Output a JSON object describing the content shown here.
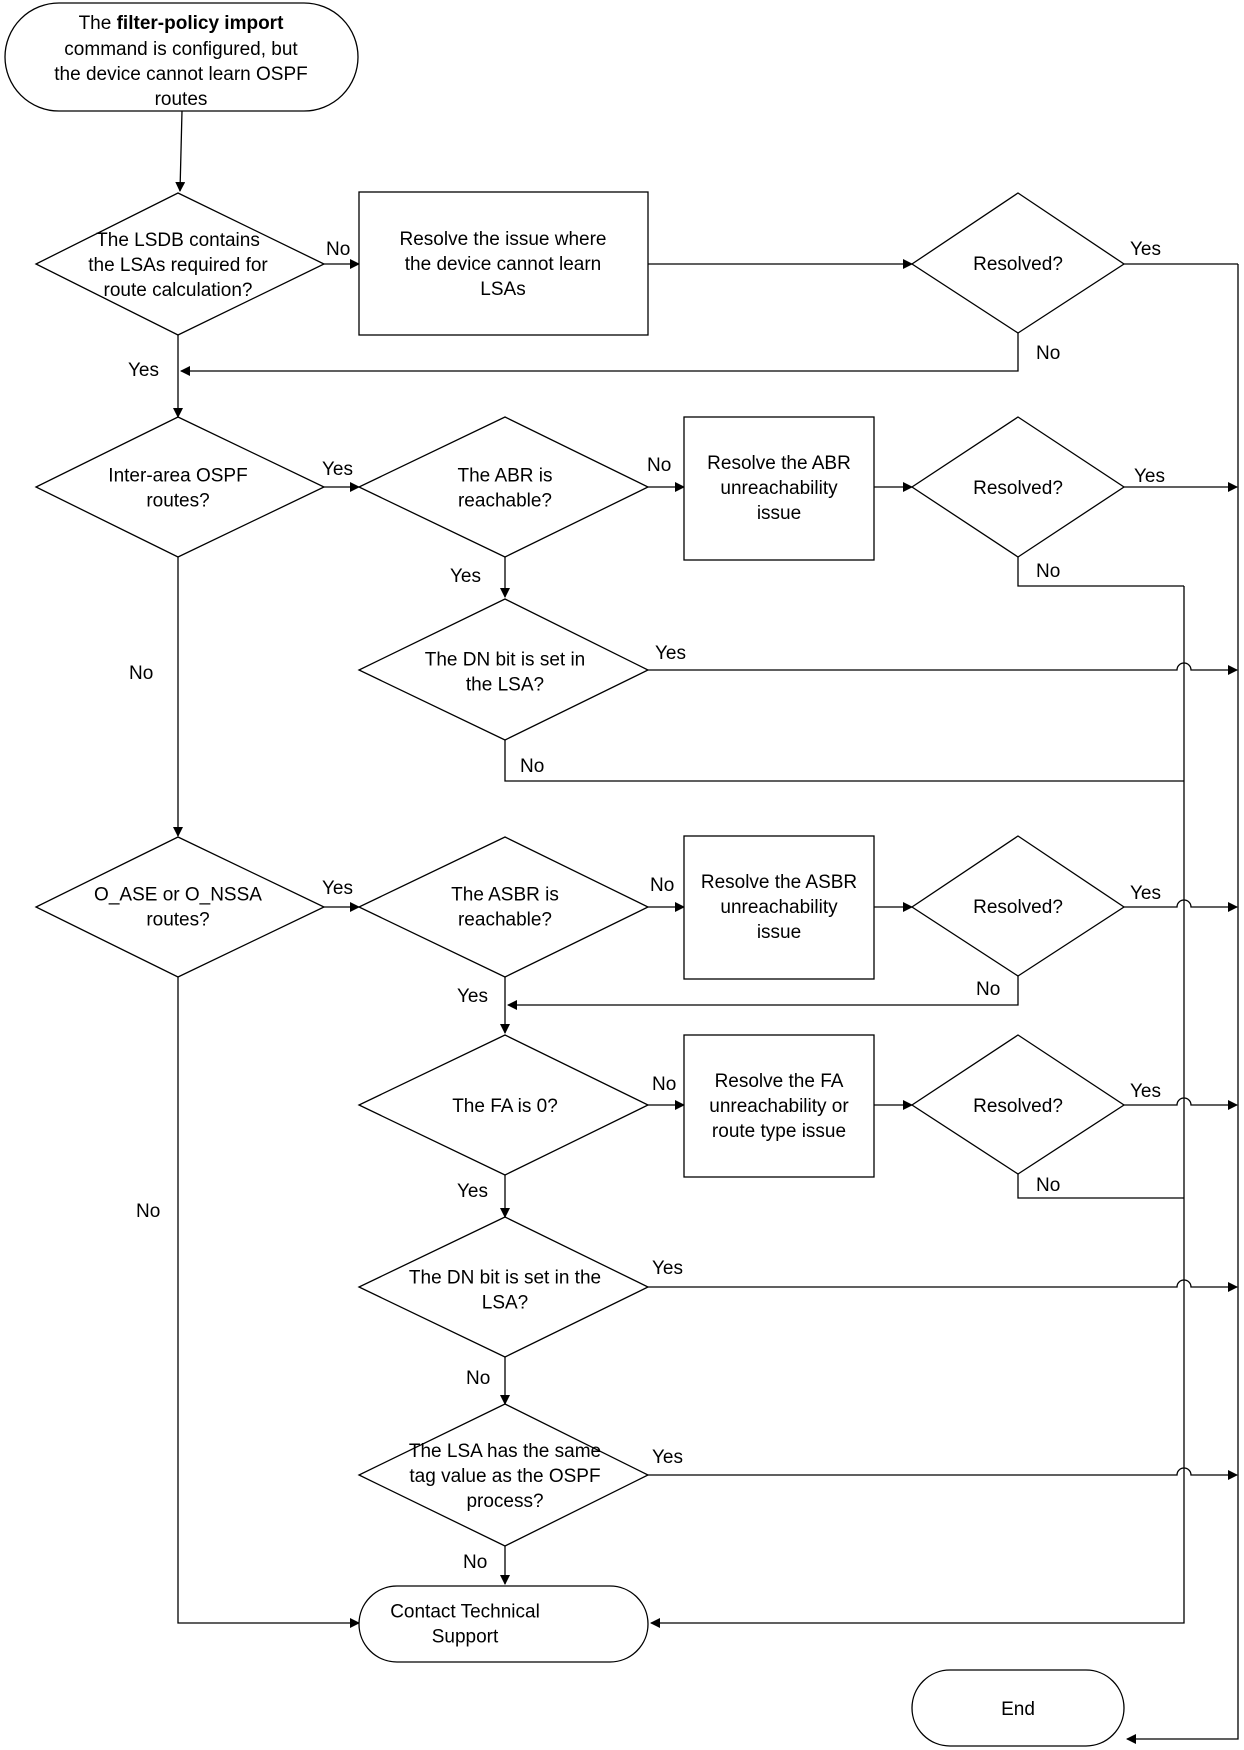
{
  "start": {
    "line1_prefix": "The ",
    "line1_bold": "filter-policy import",
    "line2": "command is configured, but",
    "line3": "the device cannot learn OSPF",
    "line4": "routes"
  },
  "nodes": {
    "lsdb_check": [
      "The LSDB contains",
      "the LSAs required for",
      "route calculation?"
    ],
    "resolve_lsa": [
      "Resolve the issue where",
      "the device cannot learn",
      "LSAs"
    ],
    "resolved_1": [
      "Resolved?"
    ],
    "inter_area": [
      "Inter-area OSPF",
      "routes?"
    ],
    "abr_reachable": [
      "The ABR is",
      "reachable?"
    ],
    "resolve_abr": [
      "Resolve the ABR",
      "unreachability",
      "issue"
    ],
    "resolved_2": [
      "Resolved?"
    ],
    "dn_bit_1": [
      "The DN bit is set in",
      "the LSA?"
    ],
    "ase_nssa": [
      "O_ASE or O_NSSA",
      "routes?"
    ],
    "asbr_reachable": [
      "The ASBR is",
      "reachable?"
    ],
    "resolve_asbr": [
      "Resolve the ASBR",
      "unreachability",
      "issue"
    ],
    "resolved_3": [
      "Resolved?"
    ],
    "fa_zero": [
      "The FA is 0?"
    ],
    "resolve_fa": [
      "Resolve the FA",
      "unreachability or",
      "route type issue"
    ],
    "resolved_4": [
      "Resolved?"
    ],
    "dn_bit_2": [
      "The DN bit is set in the",
      "LSA?"
    ],
    "tag_check": [
      "The LSA has the same",
      "tag value as the OSPF",
      "process?"
    ],
    "contact_support": [
      "Contact Technical",
      "Support"
    ],
    "end": [
      "End"
    ]
  },
  "edge_labels": {
    "lsdb_no": "No",
    "resolved1_yes": "Yes",
    "resolved1_no": "No",
    "lsdb_yes": "Yes",
    "inter_yes": "Yes",
    "abr_no": "No",
    "resolved2_yes": "Yes",
    "resolved2_no": "No",
    "abr_yes": "Yes",
    "dn1_yes": "Yes",
    "inter_no": "No",
    "dn1_no": "No",
    "ase_yes": "Yes",
    "asbr_no": "No",
    "resolved3_yes": "Yes",
    "resolved3_no": "No",
    "asbr_yes": "Yes",
    "fa_no": "No",
    "resolved4_yes": "Yes",
    "ase_no": "No",
    "resolved4_no": "No",
    "fa_yes": "Yes",
    "dn2_yes": "Yes",
    "dn2_no": "No",
    "tag_yes": "Yes",
    "tag_no": "No"
  }
}
